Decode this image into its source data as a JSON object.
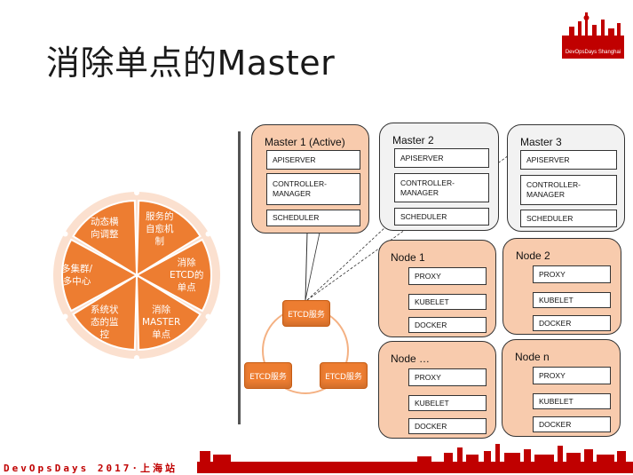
{
  "title": "消除单点的Master",
  "logo": {
    "text": "DevOpsDays Shanghai",
    "color": "#c00000"
  },
  "ring": {
    "color": "#ed7d31",
    "segments": [
      {
        "lines": [
          "服务的",
          "自愈机",
          "制"
        ]
      },
      {
        "lines": [
          "消除",
          "ETCD的",
          "单点"
        ]
      },
      {
        "lines": [
          "消除",
          "MASTER",
          "单点"
        ]
      },
      {
        "lines": [
          "系统状",
          "态的监",
          "控"
        ]
      },
      {
        "lines": [
          "多集群/",
          "多中心"
        ]
      },
      {
        "lines": [
          "动态横",
          "向调整"
        ]
      }
    ]
  },
  "masters": [
    {
      "title": "Master 1 (Active)",
      "active": true,
      "components": [
        "APISERVER",
        "CONTROLLER-MANAGER",
        "SCHEDULER"
      ]
    },
    {
      "title": "Master 2",
      "active": false,
      "components": [
        "APISERVER",
        "CONTROLLER-MANAGER",
        "SCHEDULER"
      ]
    },
    {
      "title": "Master 3",
      "active": false,
      "components": [
        "APISERVER",
        "CONTROLLER-MANAGER",
        "SCHEDULER"
      ]
    }
  ],
  "nodes": [
    {
      "title": "Node 1",
      "components": [
        "PROXY",
        "KUBELET",
        "DOCKER"
      ]
    },
    {
      "title": "Node 2",
      "components": [
        "PROXY",
        "KUBELET",
        "DOCKER"
      ]
    },
    {
      "title": "Node …",
      "components": [
        "PROXY",
        "KUBELET",
        "DOCKER"
      ]
    },
    {
      "title": "Node n",
      "components": [
        "PROXY",
        "KUBELET",
        "DOCKER"
      ]
    }
  ],
  "etcd": {
    "label": "ETCD服务",
    "count": 3
  },
  "footer": {
    "text": "DevOpsDays 2017·上海站",
    "color": "#c00000"
  }
}
